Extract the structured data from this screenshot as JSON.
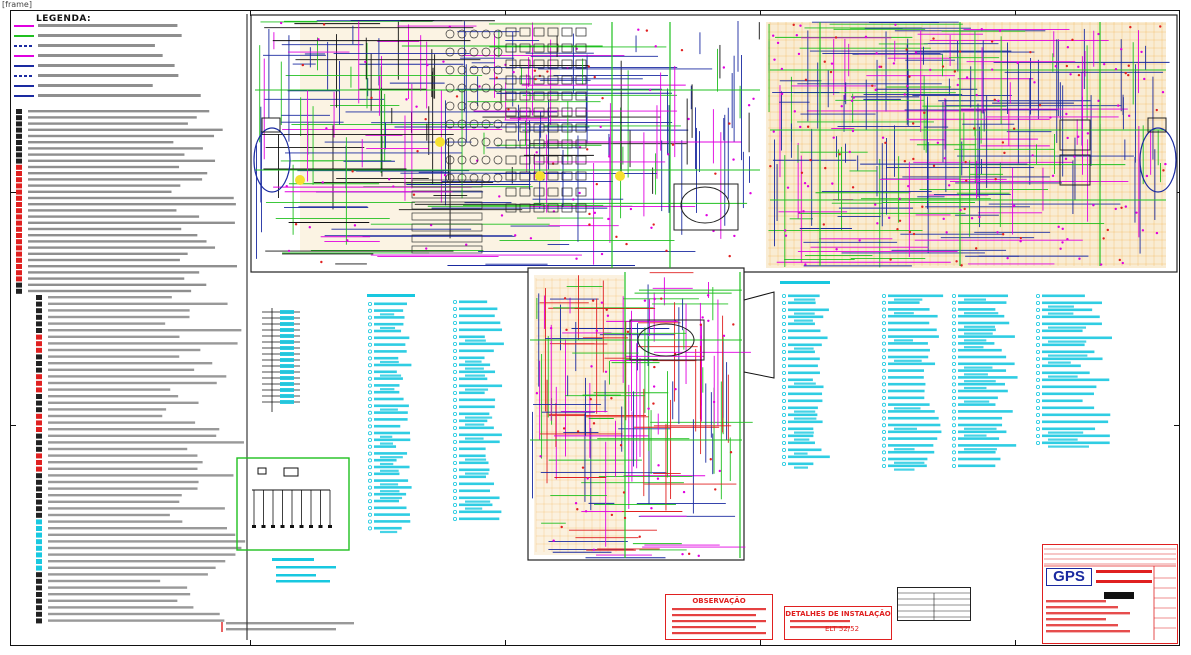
{
  "frame_tab": "[frame]",
  "legend": {
    "title": "LEGENDA:"
  },
  "observation": {
    "title": "OBSERVAÇÃO"
  },
  "details": {
    "title": "DETALHES DE INSTALAÇÃO",
    "code": "ELT 52/52"
  },
  "title_block": {
    "logo": "GPS"
  },
  "colors": {
    "magenta": "#e000e0",
    "blue": "#1a2aa0",
    "green": "#20c020",
    "cyan": "#18c8e0",
    "red": "#e02020",
    "tan": "#e8c690",
    "orange": "#f0a020",
    "black": "#111111"
  }
}
